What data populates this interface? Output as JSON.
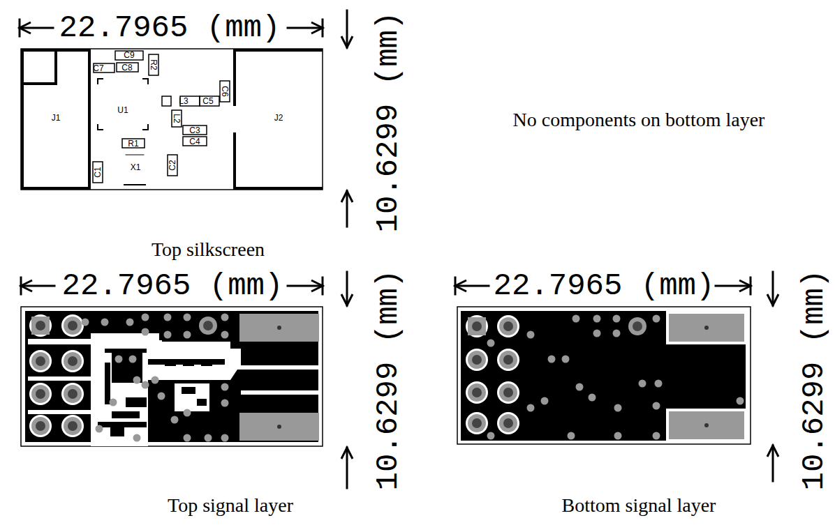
{
  "diagram": {
    "nodes": [
      {
        "text": [
          "J1"
        ]
      },
      {
        "text": [
          "J2"
        ]
      }
    ],
    "labels": [
      "22.7965 (mm)",
      "10.6299 (mm)",
      "C9",
      "C7",
      "C8",
      "R2",
      "U1",
      "L3",
      "C5",
      "C6",
      "L2",
      "C3",
      "C4",
      "R1",
      "X1",
      "C1",
      "C2",
      "Top silkscreen",
      "No components on bottom layer",
      "22.7965 (mm)",
      "10.6299 (mm)",
      "Top signal layer",
      "22.7965 (mm)",
      "10.6299 (mm)",
      "Bottom signal layer"
    ]
  }
}
